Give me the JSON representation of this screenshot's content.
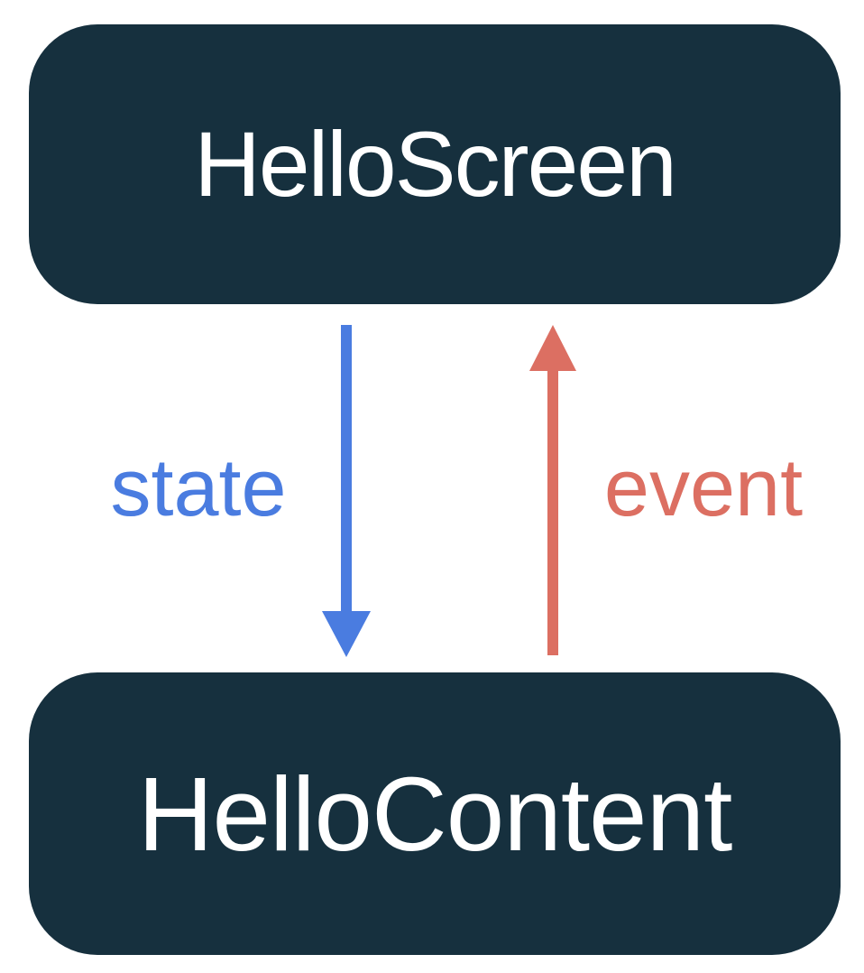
{
  "diagram": {
    "type": "component-communication-flow",
    "nodes": {
      "screen": {
        "label": "HelloScreen"
      },
      "content": {
        "label": "HelloContent"
      }
    },
    "edges": {
      "state": {
        "label": "state",
        "from": "HelloScreen",
        "to": "HelloContent",
        "direction": "down"
      },
      "event": {
        "label": "event",
        "from": "HelloContent",
        "to": "HelloScreen",
        "direction": "up"
      }
    }
  },
  "colors": {
    "background": "#FFFFFF",
    "node_bg": "#16303E",
    "node_text": "#FFFFFF",
    "state_arrow": "#4A7CE0",
    "event_arrow": "#DC6F62"
  }
}
